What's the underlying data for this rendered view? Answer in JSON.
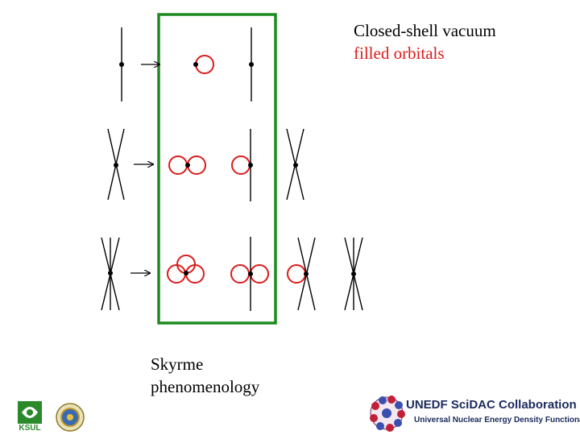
{
  "captions": {
    "top_line1": "Closed-shell vacuum",
    "top_line2": "filled orbitals",
    "bottom_line1": "Skyrme",
    "bottom_line2": "phenomenology"
  },
  "logos": {
    "ksul": "KSUL",
    "unedf_title": "UNEDF SciDAC Collaboration",
    "unedf_subtitle": "Universal Nuclear Energy Density Functional"
  },
  "colors": {
    "box": "#1f8a1f",
    "orbital": "#dd1a1a",
    "line": "#000000"
  }
}
